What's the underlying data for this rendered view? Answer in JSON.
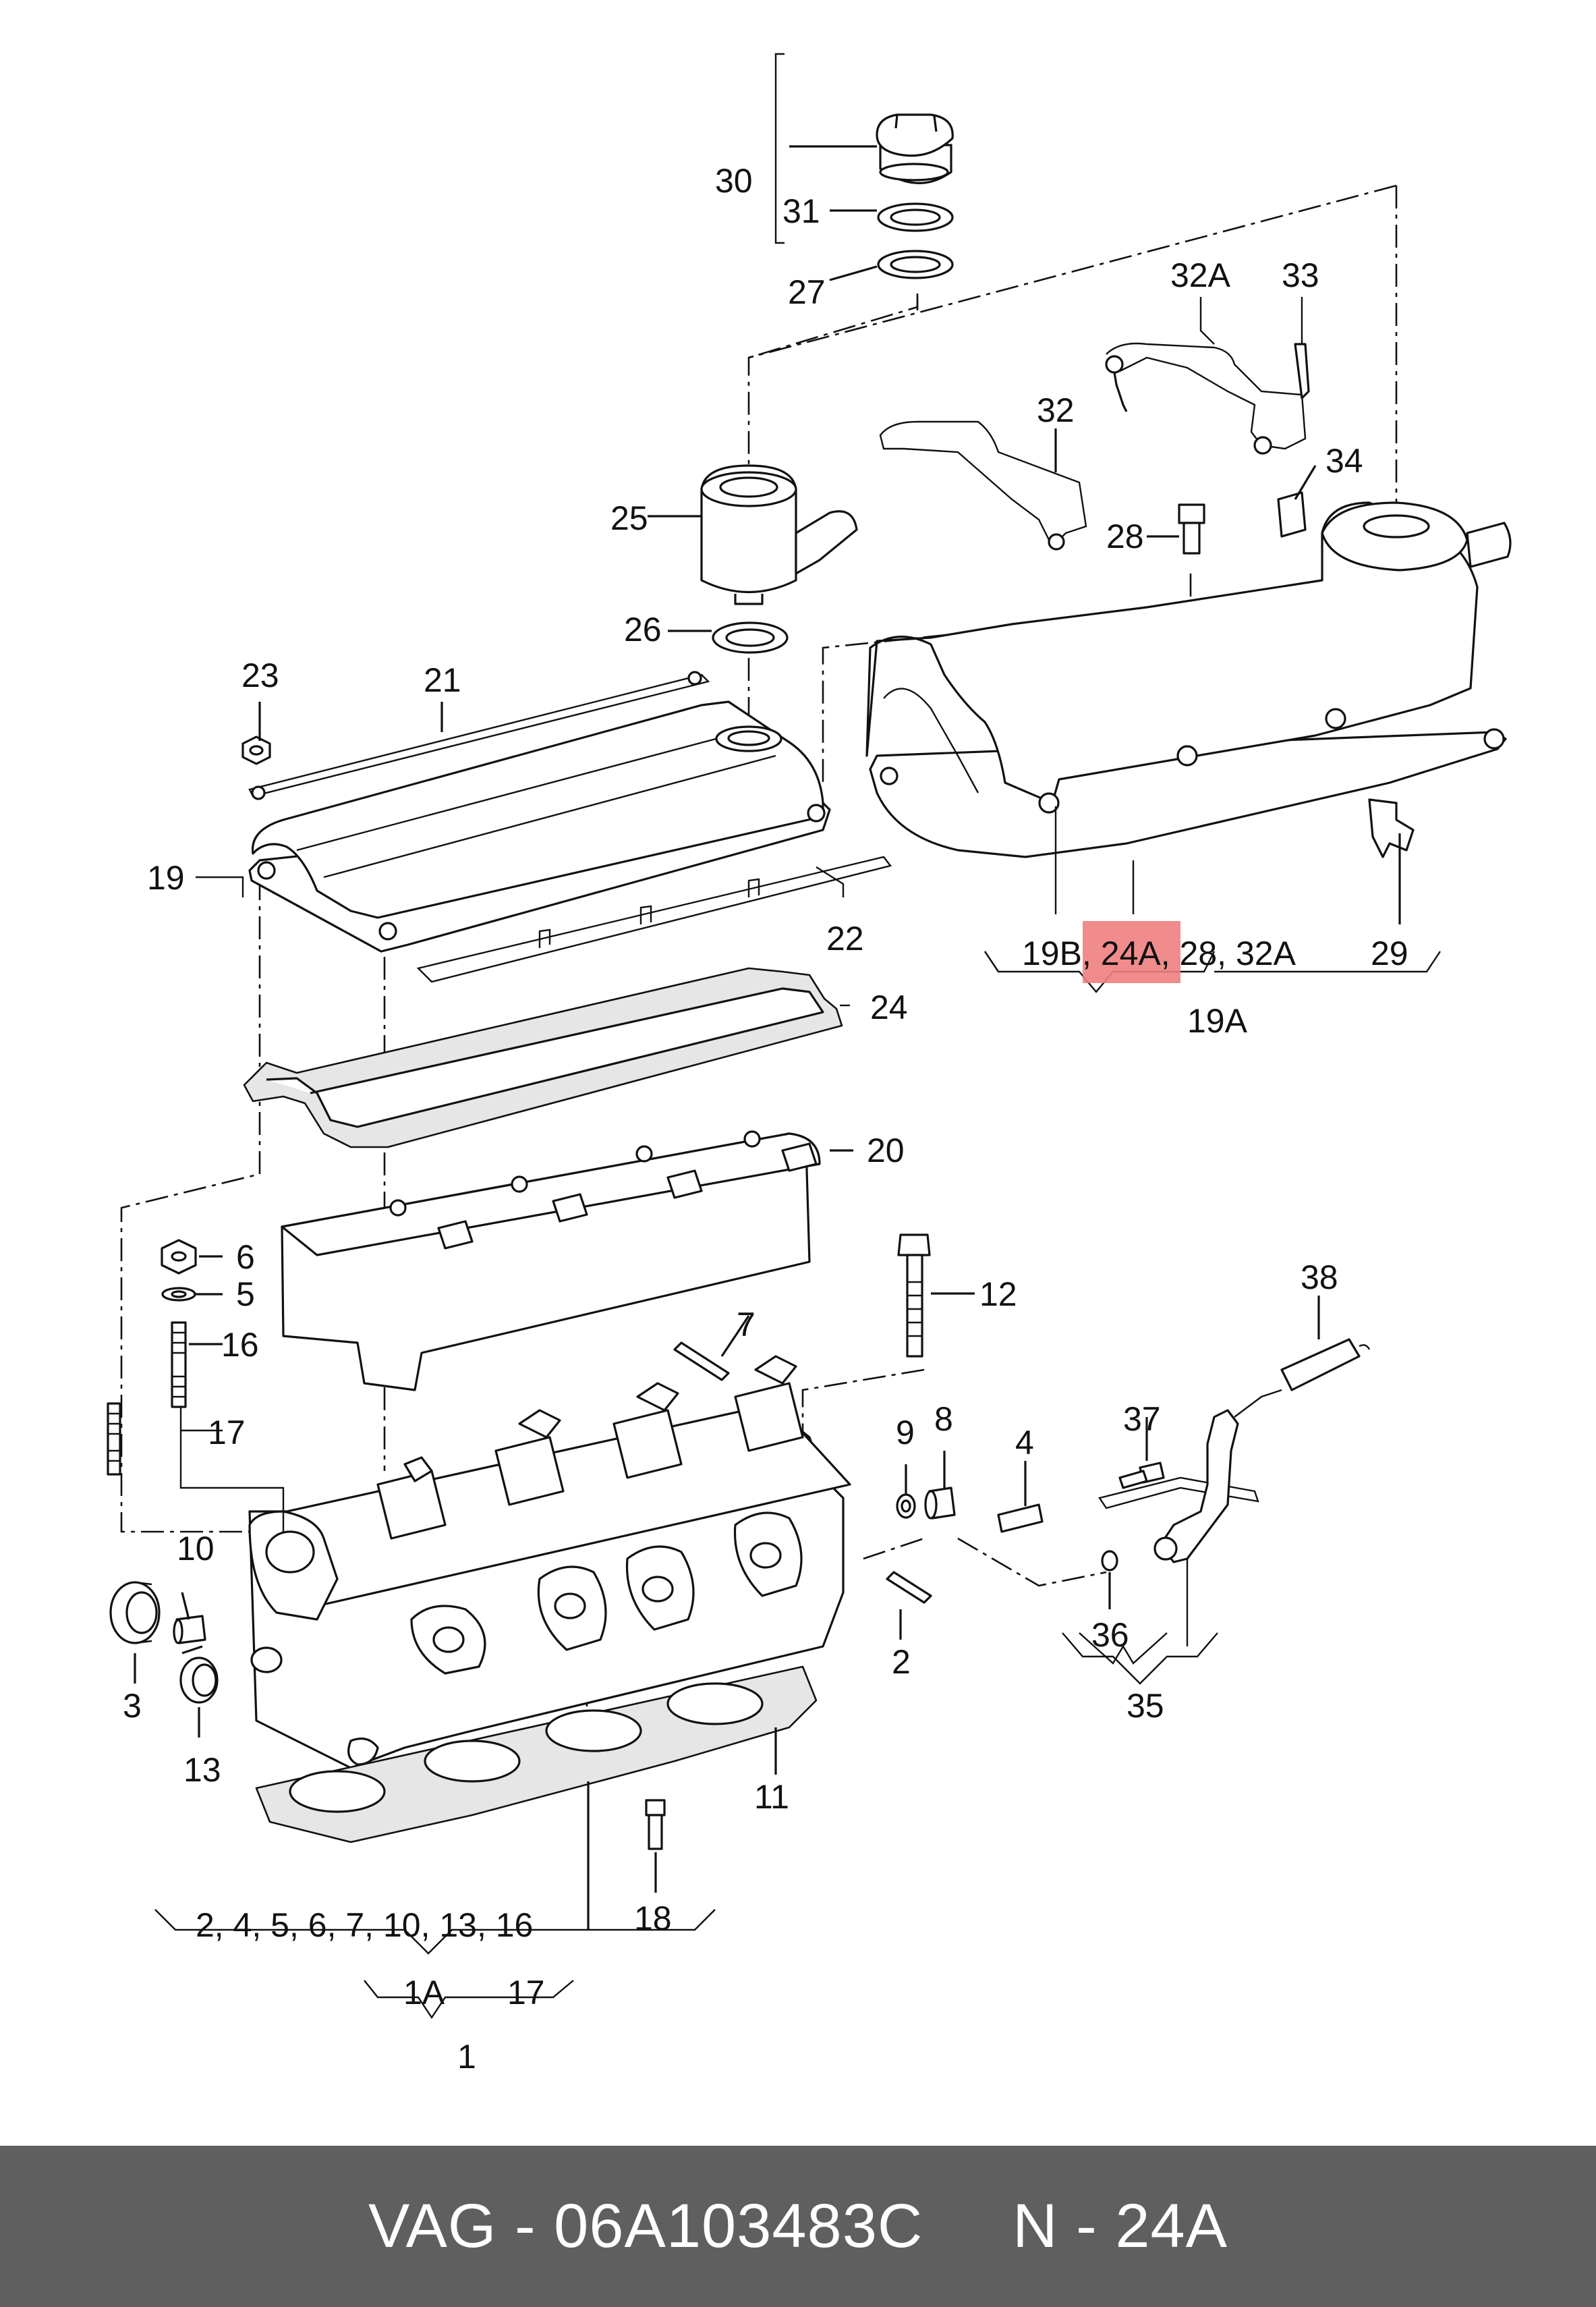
{
  "diagram": {
    "callouts": [
      "30",
      "31",
      "27",
      "32A",
      "33",
      "32",
      "34",
      "28",
      "25",
      "26",
      "23",
      "21",
      "19",
      "22",
      "24",
      "20",
      "6",
      "5",
      "16",
      "12",
      "7",
      "17",
      "9",
      "8",
      "4",
      "37",
      "38",
      "10",
      "3",
      "13",
      "36",
      "35",
      "2",
      "11",
      "18",
      "29",
      "19A",
      "1",
      "1A"
    ],
    "groups": {
      "g19A": {
        "items": [
          "19B",
          "24A",
          "28",
          "32A"
        ],
        "label": "19A",
        "highlight": "24A"
      },
      "g1": {
        "items": "2, 4, 5, 6, 7,  10, 13, 16",
        "extra": "18",
        "sub": [
          "1A",
          "17"
        ],
        "label": "1"
      }
    },
    "highlight_color": "#f08080"
  },
  "footer": {
    "text": "VAG - 06A103483C     N - 24A",
    "background": "#5f5f5f",
    "color": "#ffffff"
  }
}
